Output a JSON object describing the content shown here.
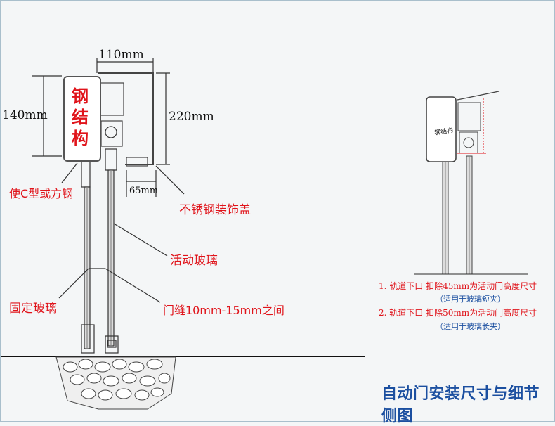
{
  "left_diagram": {
    "dim_width": "110mm",
    "dim_height_box": "140mm",
    "dim_height_total": "220mm",
    "dim_offset": "65mm",
    "steel_box_text": "钢结构",
    "label_c_steel": "使C型或方钢",
    "label_cover": "不锈钢装饰盖",
    "label_moving_glass": "活动玻璃",
    "label_fixed_glass": "固定玻璃",
    "label_gap": "门缝10mm-15mm之间"
  },
  "right_diagram": {
    "steel_label": "钢结构",
    "note1": "1. 轨道下口  扣除45mm为活动门高度尺寸",
    "note1_sub": "（适用于玻璃短夹）",
    "note2": "2. 轨道下口  扣除50mm为活动门高度尺寸",
    "note2_sub": "（适用于玻璃长夹）"
  },
  "title": "自动门安装尺寸与细节侧图",
  "colors": {
    "annotation_red": "#e0141b",
    "title_blue": "#1b4fa0",
    "background": "#f4f6f7"
  }
}
